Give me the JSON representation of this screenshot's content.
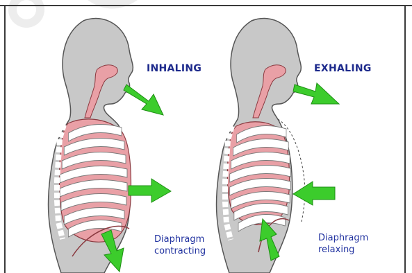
{
  "panels": [
    {
      "heading": "INHALING",
      "caption": [
        "Diaphragm",
        "contracting"
      ]
    },
    {
      "heading": "EXHALING",
      "caption": [
        "Diaphragm",
        "relaxing"
      ]
    }
  ],
  "colors": {
    "body_fill": "#c8c8c8",
    "body_outline": "#555555",
    "lung_fill": "#e9a0a6",
    "rib_fill": "#ffffff",
    "arrow_fill": "#3ccc2c",
    "text_blue": "#1d2a8c",
    "frame": "#3a3a3a"
  }
}
